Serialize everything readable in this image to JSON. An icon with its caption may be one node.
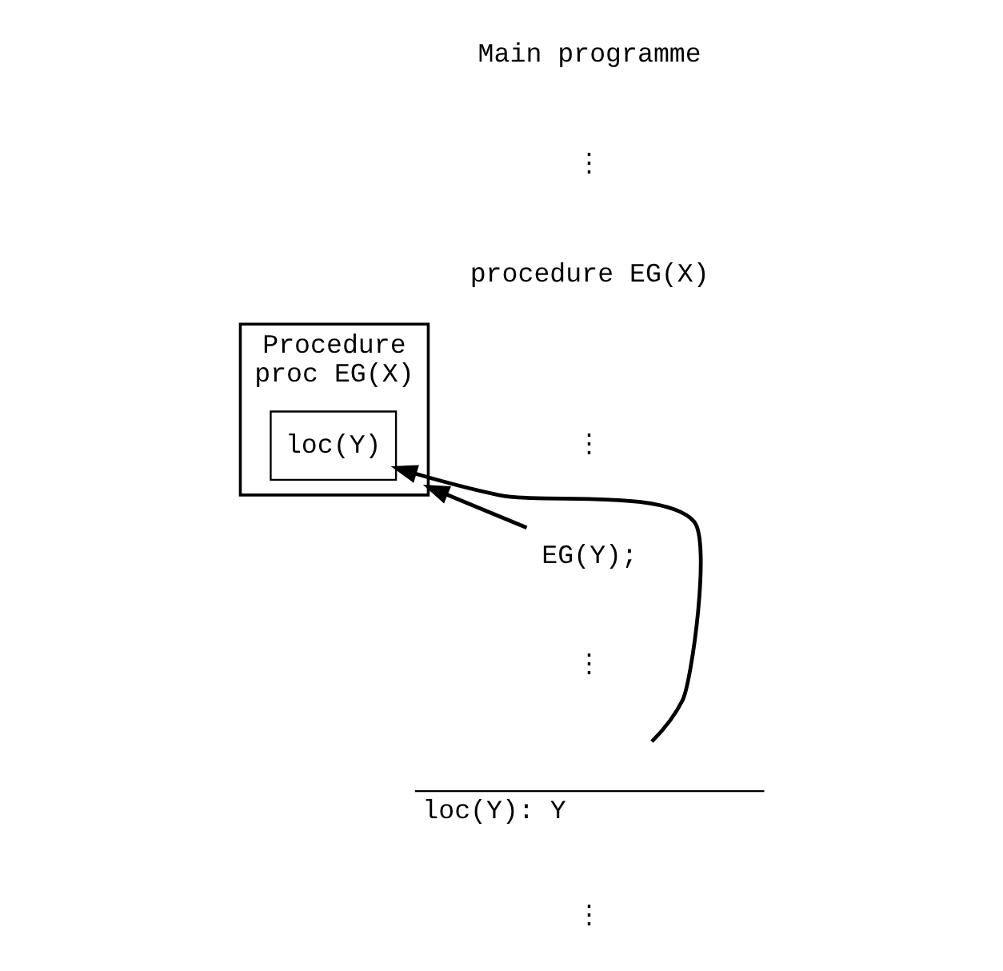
{
  "diagram": {
    "nodes": [
      {
        "text": [
          "Procedure",
          "proc EG(X)"
        ]
      },
      {
        "text": [
          "loc(Y)"
        ],
        "in": 0
      },
      {
        "text": [
          "EG(Y);"
        ]
      },
      {
        "text": [
          "loc(Y): Y"
        ]
      }
    ],
    "edges": [
      {
        "from": 2,
        "to": 0,
        "arrow": "to"
      },
      {
        "from": 3,
        "to": 1,
        "arrow": "to"
      }
    ],
    "labels": [
      "Main programme",
      "⋮",
      "procedure EG(X)",
      "⋮",
      "⋮",
      "⋮"
    ]
  }
}
